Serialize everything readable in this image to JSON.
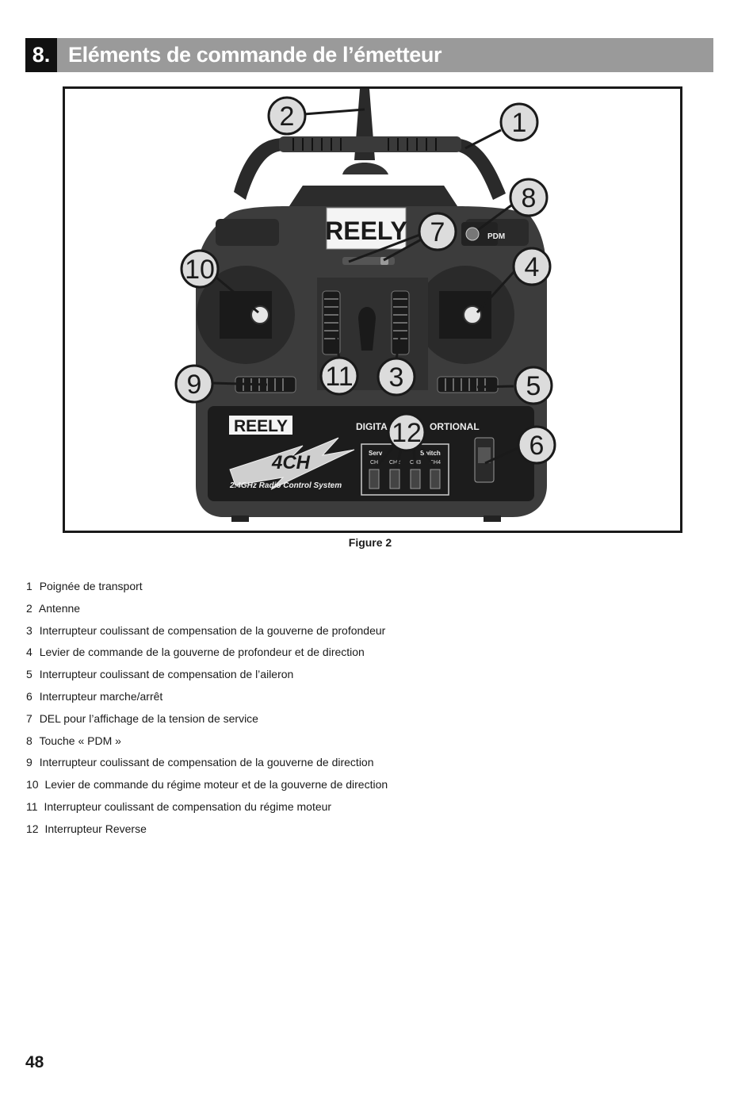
{
  "section": {
    "number": "8.",
    "title": "Eléments de commande de l’émetteur"
  },
  "figure": {
    "caption": "Figure 2",
    "brand_top": "REELY",
    "brand_bottom": "REELY",
    "model_badge": "4CH",
    "system_text": "2.4GHz Radio Control System",
    "digital_text_left": "DIGITA",
    "digital_text_right": "ORTIONAL",
    "pdm_label": "PDM",
    "servo_text_left": "Serv",
    "servo_text_right": "Switch",
    "ch_labels": [
      "CH",
      "CH2",
      "CH3",
      "CH4"
    ],
    "callouts": [
      "1",
      "2",
      "3",
      "4",
      "5",
      "6",
      "7",
      "8",
      "9",
      "10",
      "11",
      "12"
    ]
  },
  "legend": [
    {
      "num": "1",
      "text": "Poignée de transport"
    },
    {
      "num": "2",
      "text": "Antenne"
    },
    {
      "num": "3",
      "text": "Interrupteur coulissant de compensation de la gouverne de profondeur"
    },
    {
      "num": "4",
      "text": "Levier de commande de la gouverne de profondeur et de direction"
    },
    {
      "num": "5",
      "text": "Interrupteur coulissant de compensation de l’aileron"
    },
    {
      "num": "6",
      "text": "Interrupteur marche/arrêt"
    },
    {
      "num": "7",
      "text": "DEL pour l’affichage de la tension de service"
    },
    {
      "num": "8",
      "text": "Touche « PDM »"
    },
    {
      "num": "9",
      "text": "Interrupteur coulissant de compensation de la gouverne de direction"
    },
    {
      "num": "10",
      "text": "Levier de commande du régime moteur et de la gouverne de direction"
    },
    {
      "num": "11",
      "text": "Interrupteur coulissant de compensation du régime moteur"
    },
    {
      "num": "12",
      "text": "Interrupteur Reverse"
    }
  ],
  "page_number": "48"
}
